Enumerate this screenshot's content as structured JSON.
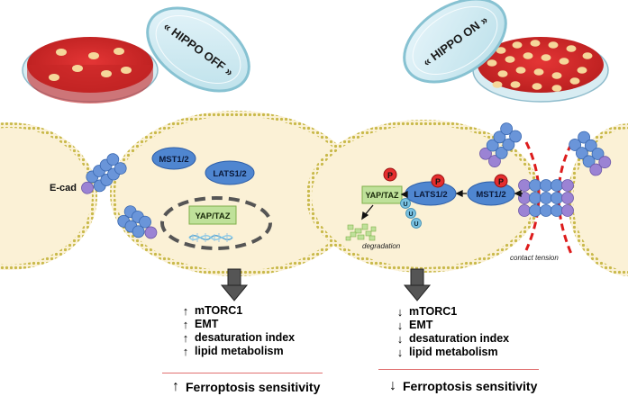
{
  "left": {
    "dish_label": "« HIPPO OFF »",
    "ecad_label": "E-cad",
    "mst_label": "MST1/2",
    "lats_label": "LATS1/2",
    "yap_label": "YAP/TAZ",
    "effects": [
      {
        "arrow": "up",
        "text": "mTORC1"
      },
      {
        "arrow": "up",
        "text": "EMT"
      },
      {
        "arrow": "up",
        "text": "desaturation index"
      },
      {
        "arrow": "up",
        "text": "lipid metabolism"
      }
    ],
    "sensitivity": {
      "arrow": "up",
      "text": "Ferroptosis sensitivity"
    }
  },
  "right": {
    "dish_label": "« HIPPO ON »",
    "yap_label": "YAP/TAZ",
    "lats_label": "LATS1/2",
    "mst_label": "MST1/2",
    "p_label": "P",
    "ub_label": "U",
    "degradation_label": "degradation",
    "contact_label": "contact tension",
    "effects": [
      {
        "arrow": "down",
        "text": "mTORC1"
      },
      {
        "arrow": "down",
        "text": "EMT"
      },
      {
        "arrow": "down",
        "text": "desaturation index"
      },
      {
        "arrow": "down",
        "text": "lipid metabolism"
      }
    ],
    "sensitivity": {
      "arrow": "down",
      "text": "Ferroptosis sensitivity"
    }
  },
  "colors": {
    "cell_fill": "#fbf1d6",
    "membrane": "#c9b94a",
    "dish_red": "#d42a2a",
    "colony": "#f5d79a",
    "protein_blue": "#4f86d0",
    "phospho_red": "#e52e2e",
    "yap_green": "#bfe19a",
    "dashed_red": "#dd1c1c"
  },
  "icons": {
    "up": "↑",
    "down": "↓"
  }
}
